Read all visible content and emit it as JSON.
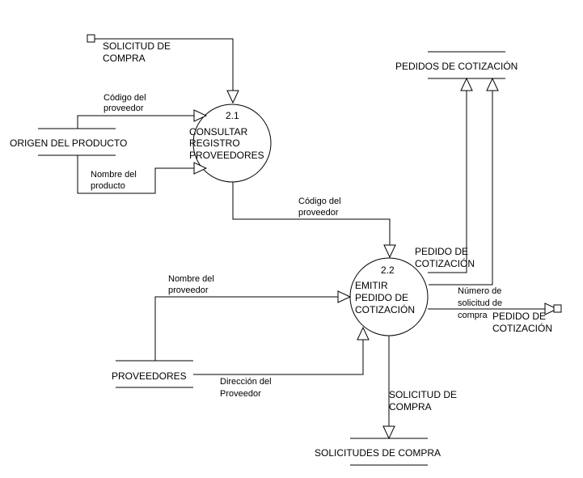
{
  "processes": [
    {
      "id": "2.1",
      "lines": [
        "CONSULTAR",
        "REGISTRO",
        "PROVEEDORES"
      ]
    },
    {
      "id": "2.2",
      "lines": [
        "EMITIR",
        "PEDIDO DE",
        "COTIZACIÓN"
      ]
    }
  ],
  "stores": {
    "origen": "ORIGEN DEL PRODUCTO",
    "pedidos": "PEDIDOS DE COTIZACIÓN",
    "proveedores": "PROVEEDORES",
    "solicitudes": "SOLICITUDES DE COMPRA"
  },
  "entities": {
    "solicitud_in": [
      "SOLICITUD DE",
      "COMPRA"
    ],
    "pedido_out": [
      "PEDIDO DE",
      "COTIZACIÓN"
    ]
  },
  "flows": {
    "codigo_prov_1": [
      "Código del",
      "proveedor"
    ],
    "nombre_producto": [
      "Nombre del",
      "producto"
    ],
    "codigo_prov_2": [
      "Código del",
      "proveedor"
    ],
    "pedido_cotizacion": [
      "PEDIDO DE",
      "COTIZACIÓN"
    ],
    "nombre_proveedor": [
      "Nombre del",
      "proveedor"
    ],
    "numero_solicitud": [
      "Número de",
      "solicitud de",
      "compra"
    ],
    "direccion_proveedor": [
      "Dirección del",
      "Proveedor"
    ],
    "solicitud_compra": [
      "SOLICITUD DE",
      "COMPRA"
    ]
  }
}
